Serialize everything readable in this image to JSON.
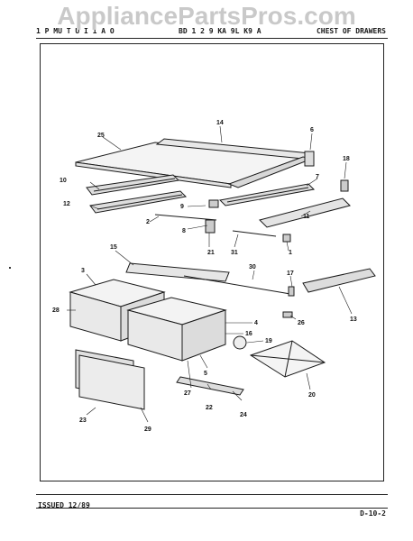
{
  "watermark": "AppliancePartsPros.com",
  "header": {
    "left": "1 P MU T U I 1 A O",
    "middle": "BD 1 2 9 KA 9L K9 A",
    "right": "CHEST OF DRAWERS"
  },
  "footer": {
    "issued": "ISSUED 12/89",
    "page_code": "D-10-2"
  },
  "callouts": {
    "c1": "1",
    "c2": "2",
    "c3": "3",
    "c4": "4",
    "c5": "5",
    "c6": "6",
    "c7": "7",
    "c8": "8",
    "c9": "9",
    "c10": "10",
    "c11": "11",
    "c12": "12",
    "c13": "13",
    "c14": "14",
    "c15": "15",
    "c16": "16",
    "c17": "17",
    "c18": "18",
    "c19": "19",
    "c20": "20",
    "c21": "21",
    "c22": "22",
    "c23": "23",
    "c24": "24",
    "c25": "25",
    "c26": "26",
    "c27": "27",
    "c28": "28",
    "c29": "29",
    "c30": "30",
    "c31": "31"
  }
}
